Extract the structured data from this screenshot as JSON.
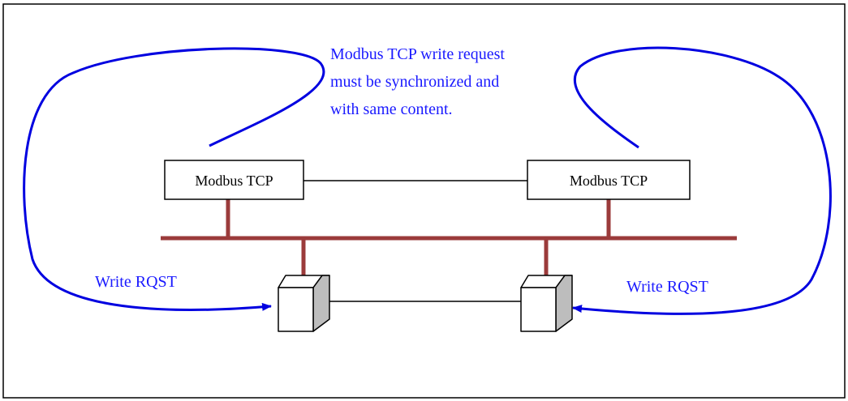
{
  "annotation": {
    "lines": [
      "Modbus TCP write request",
      "must be synchronized and",
      "with same content."
    ]
  },
  "nodes": {
    "left_box_label": "Modbus TCP",
    "right_box_label": "Modbus TCP"
  },
  "labels": {
    "left_request": "Write RQST",
    "right_request": "Write RQST"
  },
  "colors": {
    "annotation_text": "#1a1aff",
    "request_curve": "#0000e0",
    "network_bus": "#9b3b3b",
    "device_front": "#ffffff",
    "device_side": "#bdbdbd",
    "box_border": "#000000"
  },
  "icons": {
    "devices": [
      "cube-device-icon",
      "cube-device-icon"
    ]
  }
}
